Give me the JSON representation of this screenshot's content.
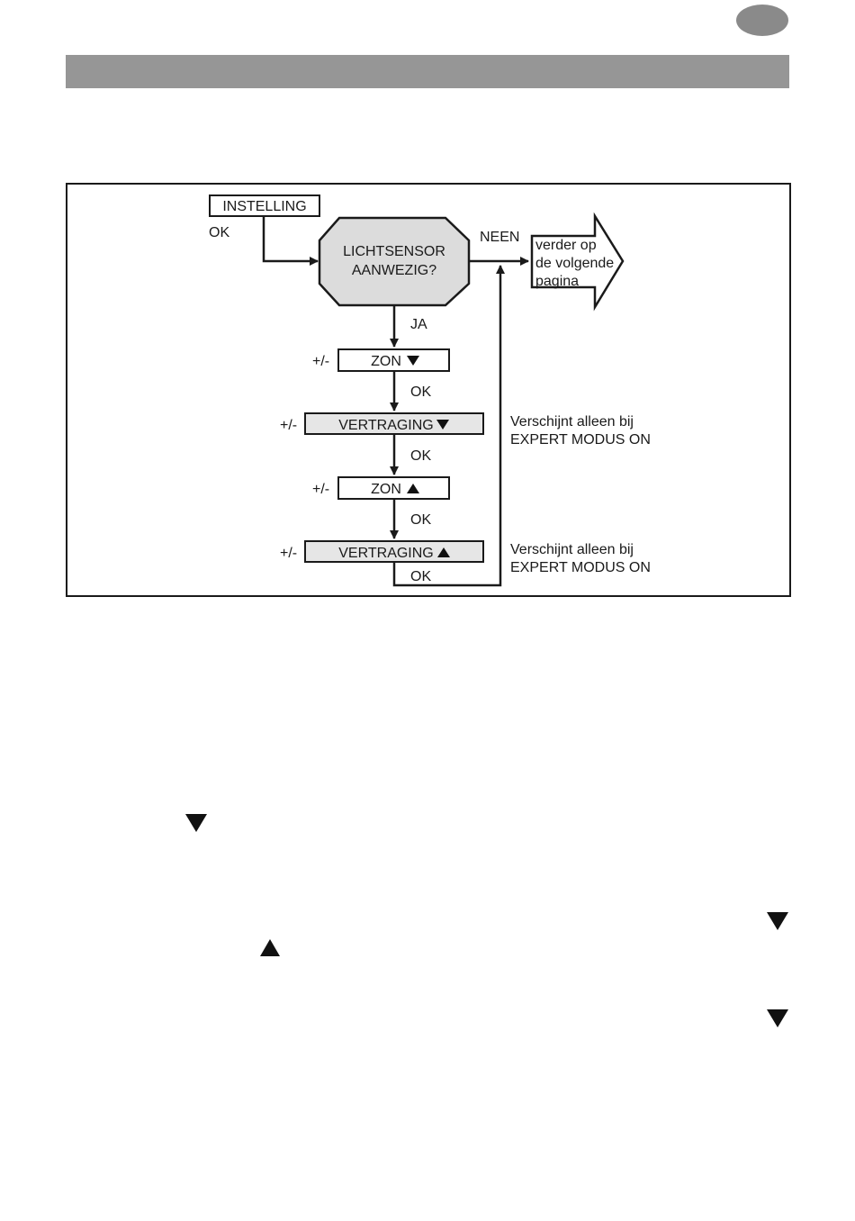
{
  "diagram": {
    "start_box": "INSTELLING",
    "start_ok": "OK",
    "decision": [
      "LICHTSENSOR",
      "AANWEZIG?"
    ],
    "no_label": "NEEN",
    "yes_label": "JA",
    "next_arrow": [
      "verder op",
      "de volgende",
      "pagina"
    ],
    "steps": [
      {
        "adjust": "+/-",
        "label": "ZON",
        "glyph": "down-triangle-icon",
        "highlighted": false,
        "ok": "OK"
      },
      {
        "adjust": "+/-",
        "label": "VERTRAGING",
        "glyph": "down-triangle-icon",
        "highlighted": true,
        "ok": "OK"
      },
      {
        "adjust": "+/-",
        "label": "ZON",
        "glyph": "up-triangle-icon",
        "highlighted": false,
        "ok": "OK"
      },
      {
        "adjust": "+/-",
        "label": "VERTRAGING",
        "glyph": "up-triangle-icon",
        "highlighted": true,
        "ok": "OK"
      }
    ],
    "notes": [
      [
        "Verschijnt alleen bij",
        "EXPERT MODUS ON"
      ],
      [
        "Verschijnt alleen bij",
        "EXPERT MODUS ON"
      ]
    ],
    "colors": {
      "box_fill": "#ffffff",
      "highlight_fill": "#e6e6e6",
      "decision_fill": "#dcdcdc",
      "line": "#1a1a1a"
    }
  },
  "page": {
    "badge_color": "#8a8a8a",
    "header_color": "#969696"
  }
}
